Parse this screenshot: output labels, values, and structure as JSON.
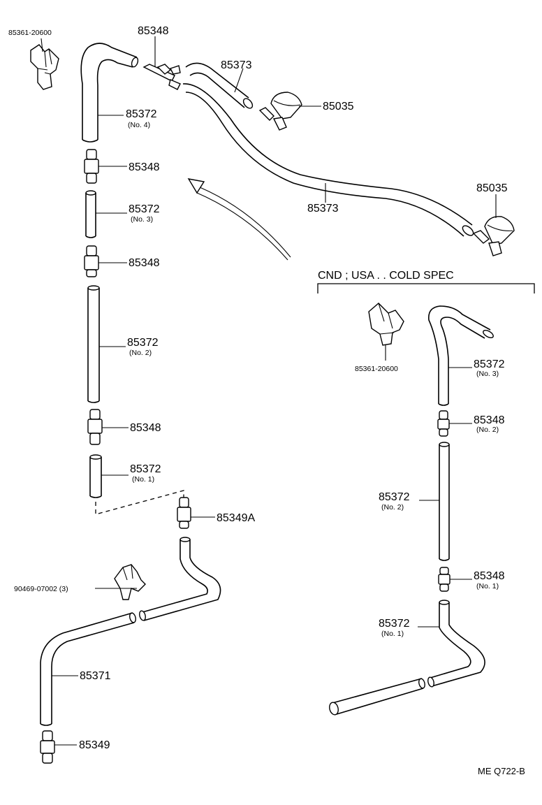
{
  "diagram": {
    "code": "ME  Q722-B",
    "section_header": "CND ; USA . . COLD SPEC",
    "main_labels": {
      "clamp_top": "85361-20600",
      "joint_top": "85348",
      "hose_top_right": "85373",
      "nozzle_upper": "85035",
      "hose_no4": "85372",
      "hose_no4_sub": "(No. 4)",
      "joint_a": "85348",
      "hose_no3": "85372",
      "hose_no3_sub": "(No. 3)",
      "joint_b": "85348",
      "hose_middle": "85373",
      "nozzle_right": "85035",
      "hose_no2": "85372",
      "hose_no2_sub": "(No. 2)",
      "joint_c": "85348",
      "hose_no1": "85372",
      "hose_no1_sub": "(No. 1)",
      "joint_85349a": "85349A",
      "clip": "90469-07002 (3)",
      "hose_85371": "85371",
      "joint_85349": "85349"
    },
    "cold_spec_labels": {
      "clamp": "85361-20600",
      "hose_no3": "85372",
      "hose_no3_sub": "(No. 3)",
      "joint_no2": "85348",
      "joint_no2_sub": "(No. 2)",
      "hose_no2": "85372",
      "hose_no2_sub": "(No. 2)",
      "joint_no1": "85348",
      "joint_no1_sub": "(No. 1)",
      "hose_no1": "85372",
      "hose_no1_sub": "(No. 1)"
    }
  }
}
